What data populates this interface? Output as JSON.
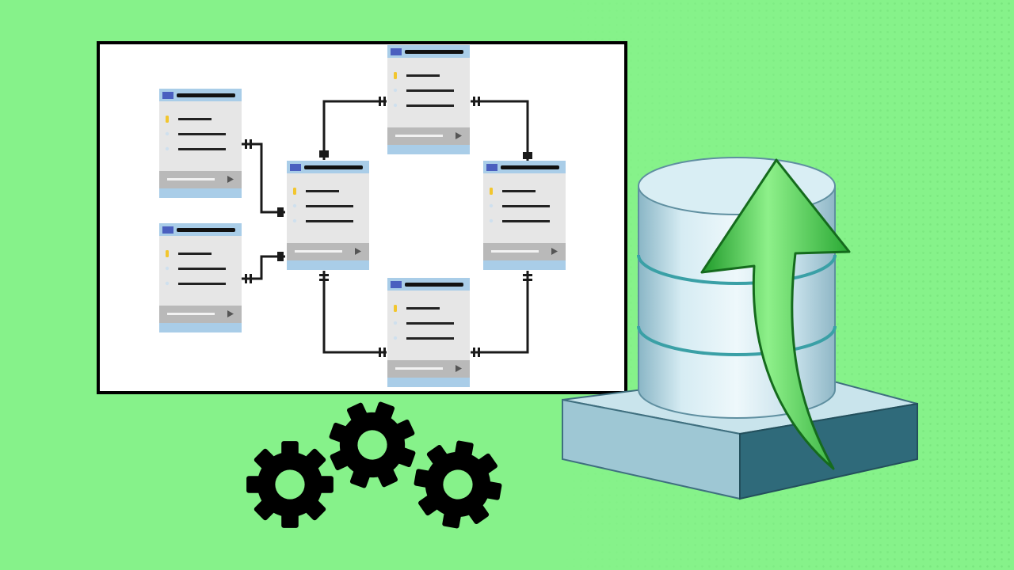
{
  "illustration": {
    "background_color": "#86f28a",
    "diagram": {
      "kind": "entity-relationship schema",
      "tables": [
        {
          "id": "top-left",
          "fields": 3,
          "has_key": true
        },
        {
          "id": "middle-left",
          "fields": 3,
          "has_key": true
        },
        {
          "id": "center",
          "fields": 3,
          "has_key": true
        },
        {
          "id": "top-center",
          "fields": 3,
          "has_key": true
        },
        {
          "id": "right",
          "fields": 3,
          "has_key": true
        },
        {
          "id": "bottom-center",
          "fields": 3,
          "has_key": true
        }
      ],
      "colors": {
        "table_header": "#a9cde8",
        "table_header_icon": "#4a5fbf",
        "table_body": "#e6e6e6",
        "table_footer": "#b9b9b9",
        "key_icon": "#f2c62e",
        "connector": "#1a1a1a"
      }
    },
    "icons": [
      "gear-icon",
      "gear-icon",
      "gear-icon",
      "database-icon",
      "upload-arrow-icon"
    ],
    "colors": {
      "gear": "#000000",
      "database": "#bfe1ea",
      "database_base": "#a7ccd8",
      "arrow": "#3cbe3c"
    }
  }
}
